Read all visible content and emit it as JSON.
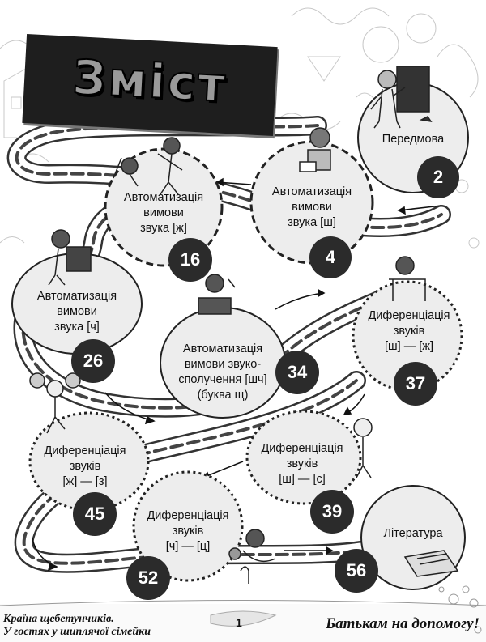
{
  "title": "Зміст",
  "entries": [
    {
      "label": "Передмова",
      "page": "2"
    },
    {
      "label": "Автоматизація вимови звука [ш]",
      "page": "4"
    },
    {
      "label": "Автоматизація вимови звука [ж]",
      "page": "16"
    },
    {
      "label": "Автоматизація вимови звука [ч]",
      "page": "26"
    },
    {
      "label": "Автоматизація вимови звуко-сполучення [шч] (буква щ)",
      "page": "34"
    },
    {
      "label": "Диференціація звуків [ш] — [ж]",
      "page": "37"
    },
    {
      "label": "Диференціація звуків [ш] — [с]",
      "page": "39"
    },
    {
      "label": "Диференціація звуків [ж] — [з]",
      "page": "45"
    },
    {
      "label": "Диференціація звуків [ч] — [ц]",
      "page": "52"
    },
    {
      "label": "Література",
      "page": "56"
    }
  ],
  "lines": {
    "e1": [
      "Автоматизація",
      "вимови",
      "звука [ш]"
    ],
    "e2": [
      "Автоматизація",
      "вимови",
      "звука [ж]"
    ],
    "e3": [
      "Автоматизація",
      "вимови",
      "звука [ч]"
    ],
    "e4": [
      "Автоматизація",
      "вимови звуко-",
      "сполучення [шч]",
      "(буква щ)"
    ],
    "e5": [
      "Диференціація",
      "звуків",
      "[ш] — [ж]"
    ],
    "e6": [
      "Диференціація",
      "звуків",
      "[ш] — [с]"
    ],
    "e7": [
      "Диференціація",
      "звуків",
      "[ж] — [з]"
    ],
    "e8": [
      "Диференціація",
      "звуків",
      "[ч] — [ц]"
    ]
  },
  "footer": {
    "left_line1": "Країна щебетунчиків.",
    "left_line2": "У гостях у шиплячої сімейки",
    "page_number": "1",
    "right": "Батькам на допомогу!"
  }
}
